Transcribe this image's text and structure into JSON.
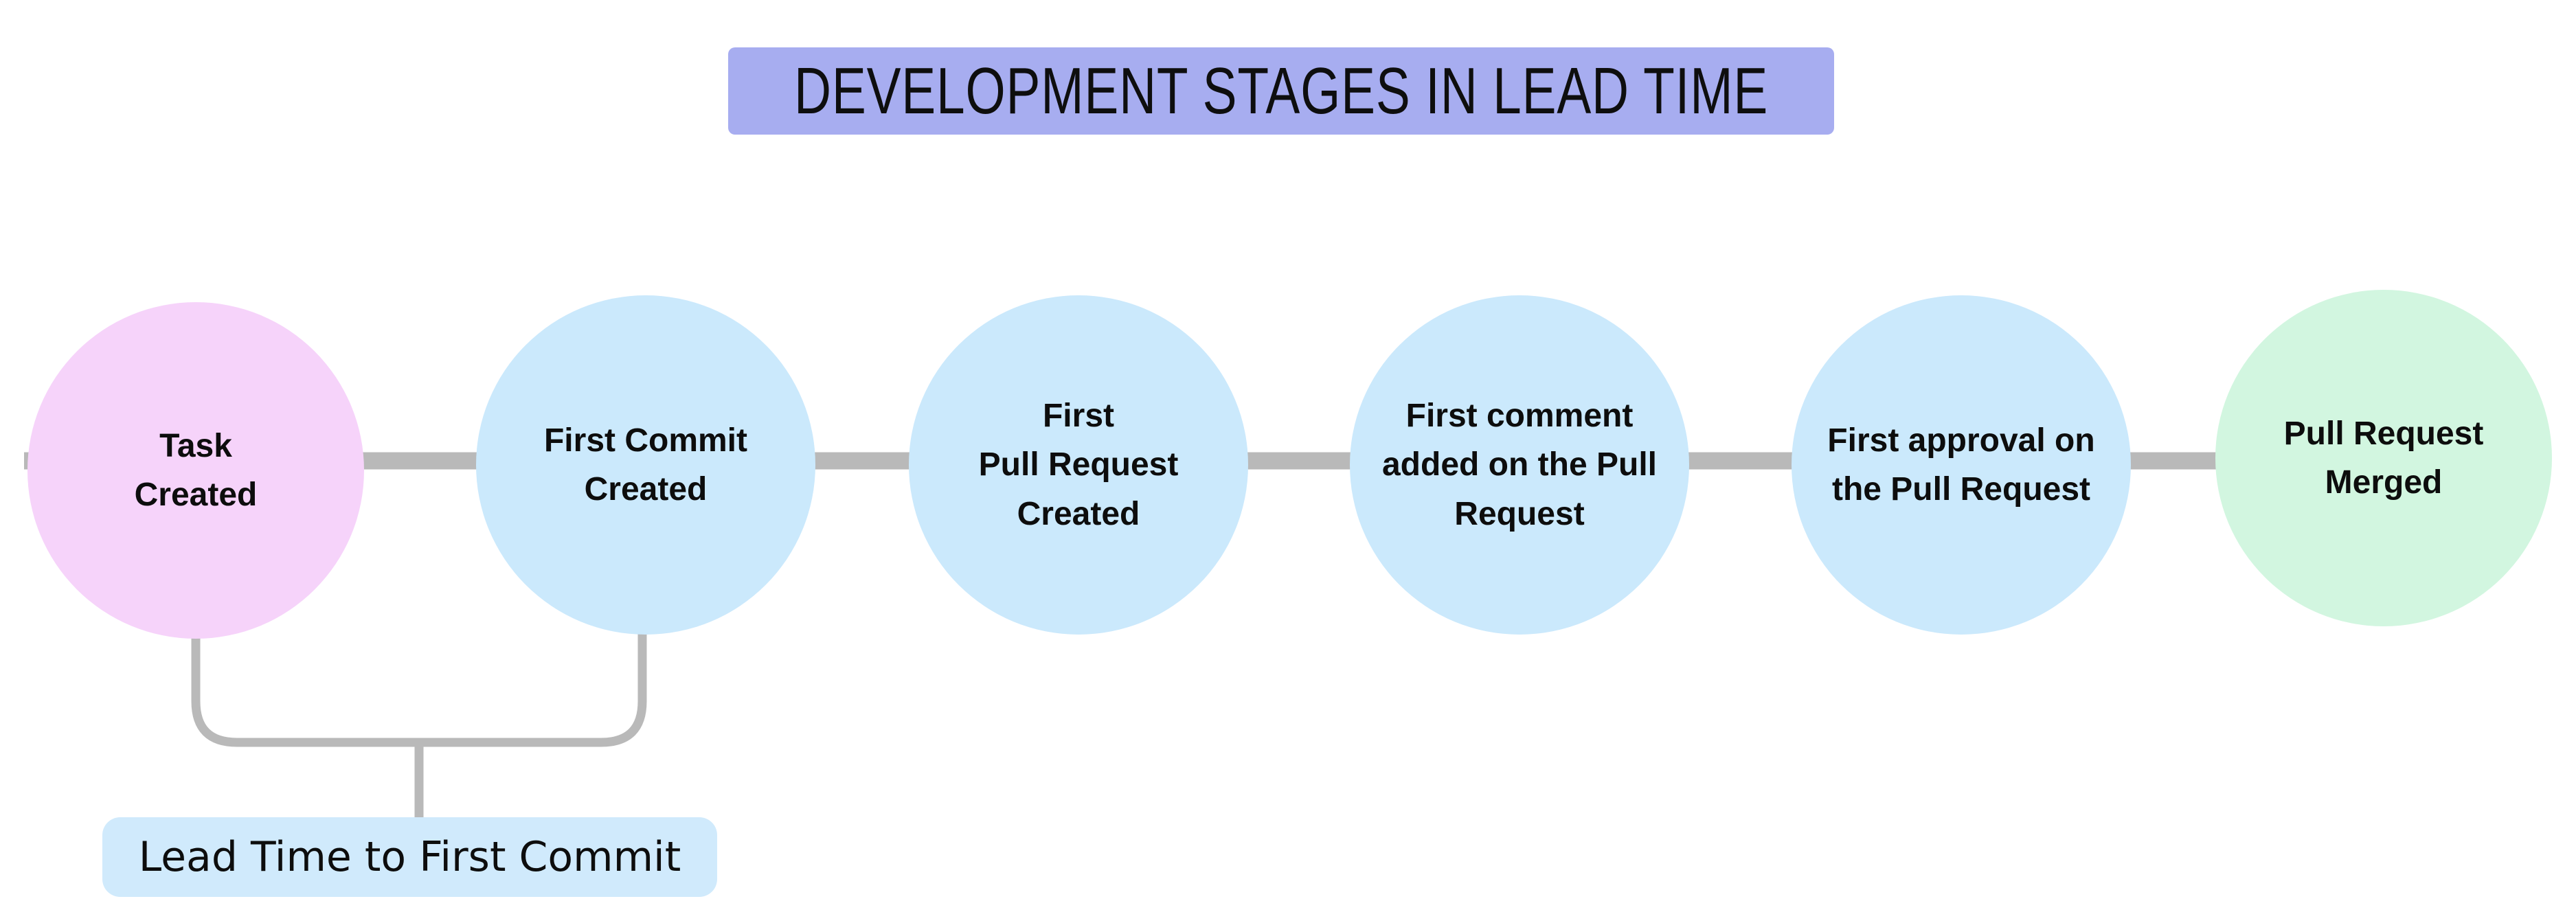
{
  "title": {
    "text": "DEVELOPMENT STAGES IN LEAD TIME"
  },
  "stages": [
    {
      "label": "Task\nCreated",
      "color": "#f6d3fa"
    },
    {
      "label": "First Commit\nCreated",
      "color": "#cbe9fc"
    },
    {
      "label": "First\nPull Request\nCreated",
      "color": "#cbe9fc"
    },
    {
      "label": "First comment\nadded on the Pull\nRequest",
      "color": "#cbe9fc"
    },
    {
      "label": "First approval on\nthe Pull Request",
      "color": "#cbe9fc"
    },
    {
      "label": "Pull Request\nMerged",
      "color": "#d2f6e0"
    }
  ],
  "annotation": {
    "label": "Lead Time to First Commit",
    "background": "#d0eafc",
    "connects": "Task Created to First Commit Created"
  },
  "colors": {
    "title_background": "#a7adf0",
    "stage_pink": "#f6d3fa",
    "stage_blue": "#cbe9fc",
    "stage_green": "#d2f6e0",
    "connector_gray": "#b9b9b9",
    "text_black": "#0d0d0d",
    "page_background": "#ffffff"
  }
}
